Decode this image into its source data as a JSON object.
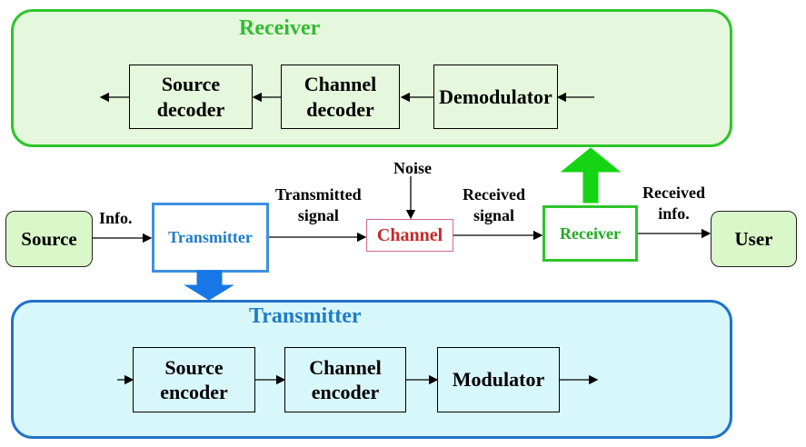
{
  "colors": {
    "receiver_panel_fill": "#e5f7dc",
    "receiver_panel_border": "#2ec52b",
    "transmitter_panel_fill": "#d8f7fb",
    "transmitter_panel_border": "#1f73c8",
    "receiver_title": "#33bb33",
    "transmitter_title": "#1f7cc8",
    "channel_text": "#c62828",
    "source_user_fill": "#d9f7c8",
    "receiver_box_border": "#2ec52b",
    "transmitter_box_border": "#3f8fe0",
    "big_green_arrow": "#14d414",
    "big_blue_arrow": "#1877e6"
  },
  "receiver_panel": {
    "title": "Receiver",
    "blocks": [
      {
        "label": "Source\ndecoder"
      },
      {
        "label": "Channel\ndecoder"
      },
      {
        "label": "Demodulator"
      }
    ]
  },
  "transmitter_panel": {
    "title": "Transmitter",
    "blocks": [
      {
        "label": "Source\nencoder"
      },
      {
        "label": "Channel\nencoder"
      },
      {
        "label": "Modulator"
      }
    ]
  },
  "main_chain": {
    "source": "Source",
    "transmitter": "Transmitter",
    "channel": "Channel",
    "receiver": "Receiver",
    "user": "User",
    "labels": {
      "info": "Info.",
      "transmitted_signal": "Transmitted\nsignal",
      "noise": "Noise",
      "received_signal": "Received\nsignal",
      "received_info": "Received\ninfo."
    }
  }
}
